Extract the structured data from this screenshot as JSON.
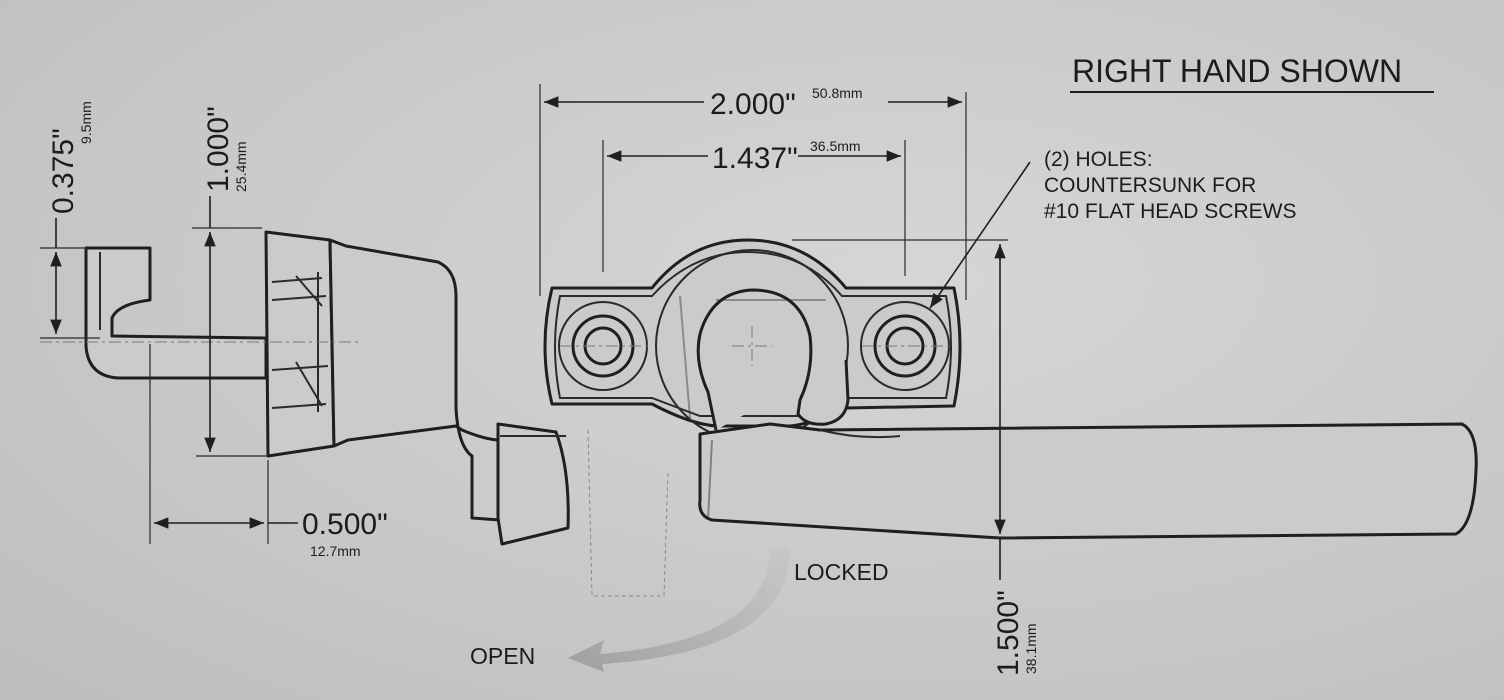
{
  "title": "RIGHT HAND SHOWN",
  "dimensions": {
    "overall_width": {
      "inch": "2.000\"",
      "mm": "50.8mm"
    },
    "hole_spacing": {
      "inch": "1.437\"",
      "mm": "36.5mm"
    },
    "hook_height": {
      "inch": "0.375\"",
      "mm": "9.5mm"
    },
    "cam_height": {
      "inch": "1.000\"",
      "mm": "25.4mm"
    },
    "hook_offset": {
      "inch": "0.500\"",
      "mm": "12.7mm"
    },
    "handle_height": {
      "inch": "1.500\"",
      "mm": "38.1mm"
    }
  },
  "callout": {
    "line1": "(2) HOLES:",
    "line2": "COUNTERSUNK FOR",
    "line3": "#10 FLAT HEAD SCREWS"
  },
  "positions": {
    "locked": "LOCKED",
    "open": "OPEN"
  }
}
